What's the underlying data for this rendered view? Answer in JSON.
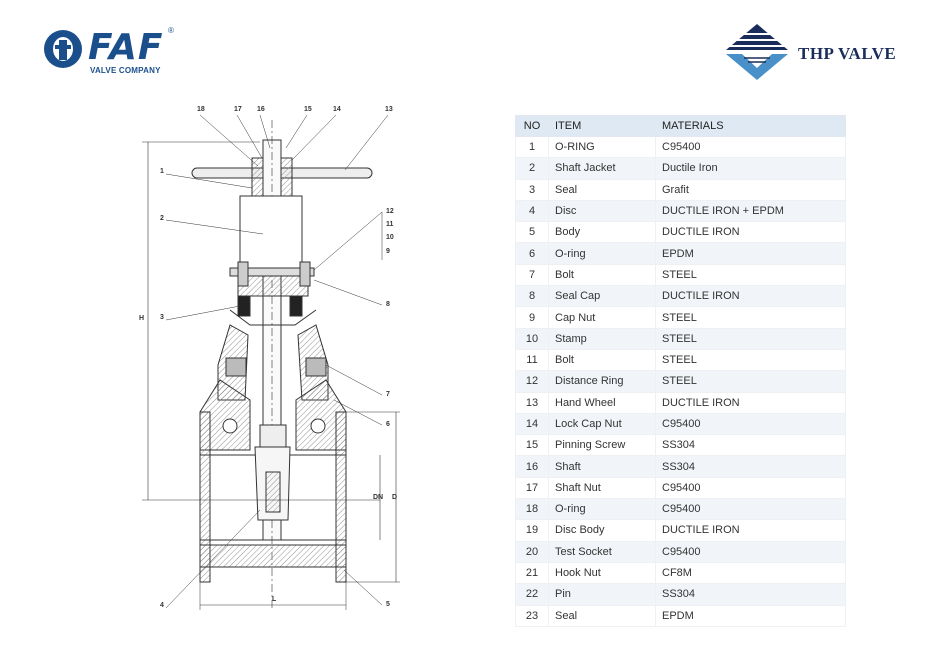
{
  "logos": {
    "faf": {
      "name": "FAF",
      "registered": "®",
      "subtitle": "VALVE COMPANY"
    },
    "thp": {
      "name": "THP VALVE"
    }
  },
  "drawing": {
    "callouts": [
      "18",
      "17",
      "16",
      "15",
      "14",
      "13",
      "1",
      "2",
      "12",
      "11",
      "10",
      "9",
      "8",
      "3",
      "7",
      "6",
      "4",
      "5"
    ],
    "dims": {
      "H": "H",
      "DN": "DN",
      "D": "D",
      "L": "L"
    }
  },
  "table": {
    "headers": [
      "NO",
      "ITEM",
      "MATERIALS"
    ],
    "rows": [
      {
        "no": "1",
        "item": "O-RING",
        "material": "C95400"
      },
      {
        "no": "2",
        "item": "Shaft Jacket",
        "material": "Ductile Iron"
      },
      {
        "no": "3",
        "item": "Seal",
        "material": "Grafit"
      },
      {
        "no": "4",
        "item": "Disc",
        "material": "DUCTILE IRON + EPDM"
      },
      {
        "no": "5",
        "item": "Body",
        "material": "DUCTILE IRON"
      },
      {
        "no": "6",
        "item": "O-ring",
        "material": "EPDM"
      },
      {
        "no": "7",
        "item": "Bolt",
        "material": "STEEL"
      },
      {
        "no": "8",
        "item": "Seal Cap",
        "material": "DUCTILE IRON"
      },
      {
        "no": "9",
        "item": "Cap Nut",
        "material": "STEEL"
      },
      {
        "no": "10",
        "item": "Stamp",
        "material": "STEEL"
      },
      {
        "no": "11",
        "item": "Bolt",
        "material": "STEEL"
      },
      {
        "no": "12",
        "item": "Distance Ring",
        "material": "STEEL"
      },
      {
        "no": "13",
        "item": "Hand Wheel",
        "material": "DUCTILE IRON"
      },
      {
        "no": "14",
        "item": "Lock Cap Nut",
        "material": "C95400"
      },
      {
        "no": "15",
        "item": "Pinning Screw",
        "material": "SS304"
      },
      {
        "no": "16",
        "item": "Shaft",
        "material": "SS304"
      },
      {
        "no": "17",
        "item": "Shaft Nut",
        "material": "C95400"
      },
      {
        "no": "18",
        "item": "O-ring",
        "material": "C95400"
      },
      {
        "no": "19",
        "item": "Disc Body",
        "material": "DUCTILE IRON"
      },
      {
        "no": "20",
        "item": "Test Socket",
        "material": "C95400"
      },
      {
        "no": "21",
        "item": "Hook Nut",
        "material": "CF8M"
      },
      {
        "no": "22",
        "item": "Pin",
        "material": "SS304"
      },
      {
        "no": "23",
        "item": "Seal",
        "material": "EPDM"
      }
    ]
  }
}
